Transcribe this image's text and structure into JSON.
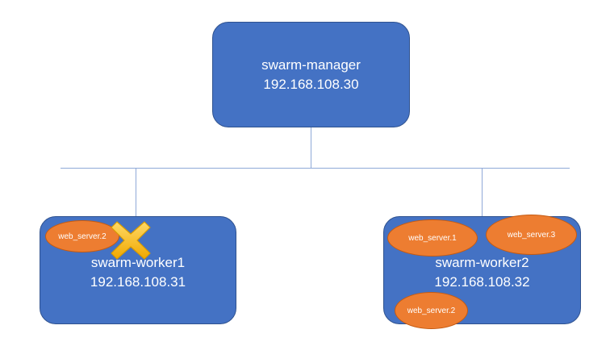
{
  "manager": {
    "name": "swarm-manager",
    "ip": "192.168.108.30"
  },
  "workers": [
    {
      "name": "swarm-worker1",
      "ip": "192.168.108.31",
      "services": [
        {
          "label": "web_server.2",
          "status": "failed"
        }
      ]
    },
    {
      "name": "swarm-worker2",
      "ip": "192.168.108.32",
      "services": [
        {
          "label": "web_server.1"
        },
        {
          "label": "web_server.3"
        },
        {
          "label": "web_server.2"
        }
      ]
    }
  ],
  "colors": {
    "node_fill": "#4472c4",
    "service_fill": "#ed7d31",
    "wire": "#8fa9d8",
    "fail_mark": "#ffc000"
  },
  "icons": {
    "failure": "x-mark-icon"
  }
}
